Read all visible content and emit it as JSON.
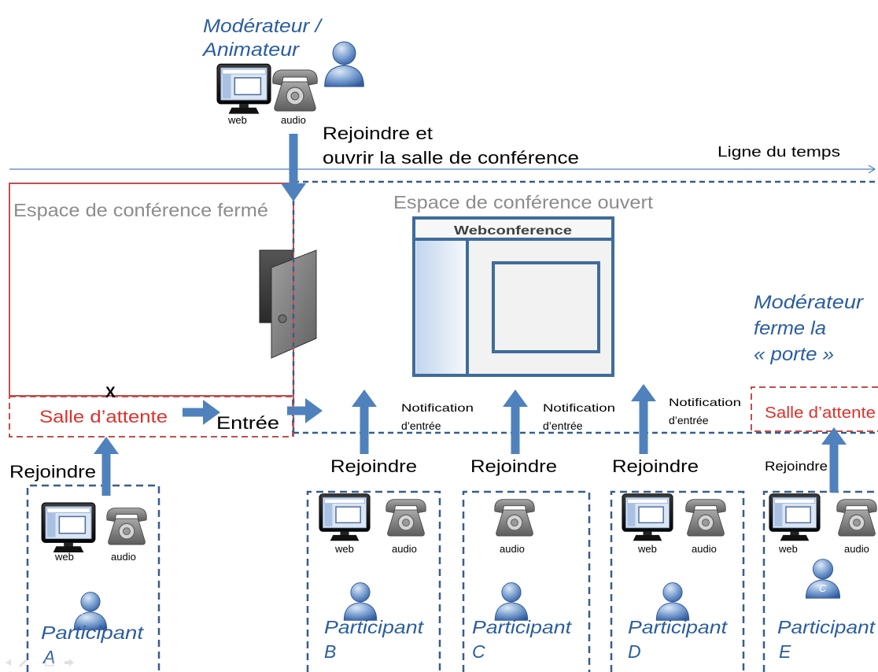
{
  "colors": {
    "arrow_blue": "#4F81BD",
    "dashed_blue": "#385D8A",
    "italic_label_blue": "#2A5DA0",
    "closed_space_red": "#C0504D",
    "waiting_room_red": "#E0302A",
    "space_label_gray": "#8C8C8C"
  },
  "moderator": {
    "title_line1": "Modérateur /",
    "title_line2": "Animateur",
    "web_label": "web",
    "audio_label": "audio",
    "icons": [
      "monitor-icon",
      "phone-icon",
      "person-icon"
    ]
  },
  "join_and_open": {
    "line1": "Rejoindre et",
    "line2": "ouvrir la salle de conférence"
  },
  "timeline": {
    "label": "Ligne du temps"
  },
  "closed_space": {
    "label": "Espace de conférence fermé",
    "icon": "door-icon"
  },
  "open_space": {
    "label": "Espace de conférence ouvert",
    "window_title": "Webconference"
  },
  "moderator_closes_door": {
    "line1": "Modérateur",
    "line2": "ferme la",
    "line3": "« porte »"
  },
  "waiting_room_left": {
    "label": "Salle d’attente",
    "blocked_mark": "X"
  },
  "entry": {
    "label": "Entrée"
  },
  "waiting_room_right": {
    "label": "Salle d’attente"
  },
  "notifications": [
    {
      "line1": "Notification",
      "line2": "d’entrée"
    },
    {
      "line1": "Notification",
      "line2": "d’entrée"
    },
    {
      "line1": "Notification",
      "line2": "d’entrée"
    }
  ],
  "participants": [
    {
      "join_label": "Rejoindre",
      "name": "Participant",
      "letter": "A",
      "avatar_letter": "A",
      "web_label": "web",
      "audio_label": "audio"
    },
    {
      "join_label": "Rejoindre",
      "name": "Participant",
      "letter": "B",
      "web_label": "web",
      "audio_label": "audio"
    },
    {
      "join_label": "Rejoindre",
      "name": "Participant",
      "letter": "C",
      "audio_label": "audio"
    },
    {
      "join_label": "Rejoindre",
      "name": "Participant",
      "letter": "D",
      "web_label": "web",
      "audio_label": "audio"
    },
    {
      "join_label": "Rejoindre",
      "name": "Participant",
      "letter": "E",
      "avatar_letter": "C",
      "web_label": "web",
      "audio_label": "audio"
    }
  ],
  "slide_nav": {
    "icons": [
      "previous-icon",
      "pen-icon",
      "menu-icon",
      "next-icon"
    ]
  }
}
